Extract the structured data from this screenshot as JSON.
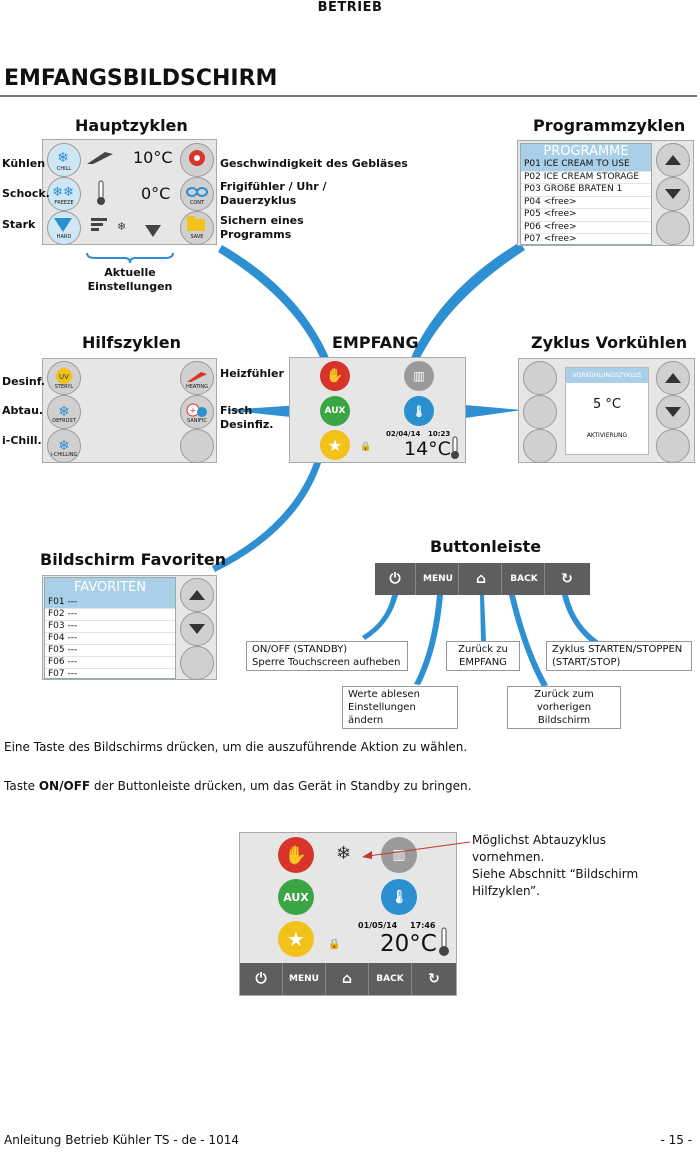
{
  "header": {
    "title": "BETRIEB"
  },
  "page_title": "EMFANGSBILDSCHIRM",
  "sections": {
    "haupt": "Hauptzyklen",
    "programm": "Programmzyklen",
    "hilfs": "Hilfszyklen",
    "empfang": "EMPFANG",
    "vorkuehlen": "Zyklus Vorkühlen",
    "favoriten": "Bildschirm Favoriten",
    "buttonleiste": "Buttonleiste"
  },
  "haupt": {
    "left_labels": [
      "Kühlen",
      "Schock.",
      "Stark"
    ],
    "btn_labels": [
      "CHILL",
      "FREEZE",
      "HARD"
    ],
    "right_btn_labels": [
      "",
      "CONT",
      "SAVE"
    ],
    "temps": [
      "10°C",
      "0°C"
    ],
    "right_labels": [
      "Geschwindigkeit des Gebläses",
      "Frigifühler / Uhr / Dauerzyklus",
      "Sichern eines Programms"
    ],
    "brace_label": "Aktuelle Einstellungen"
  },
  "programm": {
    "header": "PROGRAMME",
    "rows": [
      "P01 ICE CREAM TO USE",
      "P02 ICE CREAM STORAGE",
      "P03 GROßE BRATEN 1",
      "P04 <free>",
      "P05 <free>",
      "P06 <free>",
      "P07 <free>"
    ]
  },
  "hilfs": {
    "left_labels": [
      "Desinf.",
      "Abtau.",
      "i-Chill."
    ],
    "btn_labels": [
      "STERYL",
      "DEFROST",
      "i-CHILLING"
    ],
    "right_btn_labels": [
      "HEATING",
      "SANIFIC",
      ""
    ],
    "right_labels": [
      "Heizfühler",
      "Fisch Desinfiz."
    ]
  },
  "empfang": {
    "aux": "AUX",
    "date": "02/04/14",
    "time": "10:23",
    "temp": "14°C"
  },
  "vorkuehlen": {
    "header": "VORKÜHLUNGSZYKLUS",
    "value": "5 °C",
    "footer": "AKTIVIERUNG"
  },
  "favoriten": {
    "header": "FAVORITEN",
    "rows": [
      "F01 ---",
      "F02 ---",
      "F03 ---",
      "F04 ---",
      "F05 ---",
      "F06 ---",
      "F07 ---"
    ]
  },
  "buttonleiste": {
    "menu": "MENU",
    "back": "BACK"
  },
  "callouts": {
    "onoff": "ON/OFF (STANDBY)\nSperre Touchscreen aufheben",
    "menu": "Werte ablesen\nEinstellungen ändern",
    "home": "Zurück zu\nEMPFANG",
    "back": "Zurück zum\nvorherigen Bildschirm",
    "start": "Zyklus STARTEN/STOPPEN\n(START/STOP)"
  },
  "paragraphs": {
    "p1": "Eine Taste des Bildschirms drücken, um die auszuführende Aktion zu wählen.",
    "p2_pre": "Taste ",
    "p2_bold": "ON/OFF",
    "p2_post": " der Buttonleiste drücken, um das Gerät in Standby zu bringen."
  },
  "bottom_screen": {
    "aux": "AUX",
    "date": "01/05/14",
    "time": "17:46",
    "temp": "20°C",
    "menu": "MENU",
    "back": "BACK"
  },
  "defrost_note": "Möglichst Abtauzyklus vornehmen.\nSiehe Abschnitt “Bildschirm Hilfzyklen”.",
  "footer": {
    "left": "Anleitung Betrieb Kühler TS - de - 1014",
    "right": "- 15 -"
  },
  "colors": {
    "red": "#d9342b",
    "green": "#3aa544",
    "yellow": "#f2c21b",
    "blue": "#2c8fd0",
    "curve": "#2f8fd3"
  }
}
